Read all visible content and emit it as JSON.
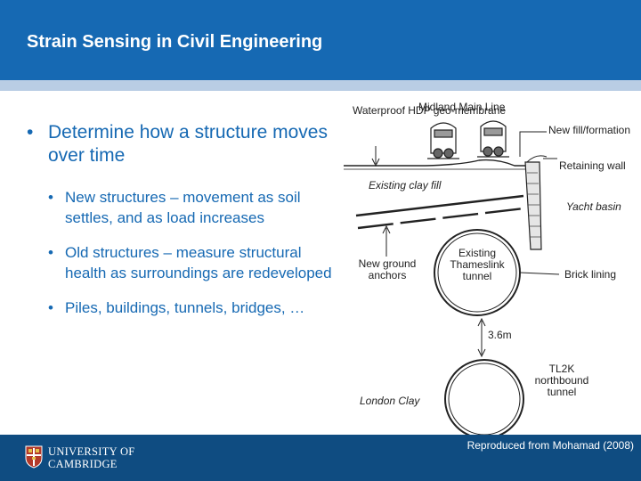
{
  "slide": {
    "title": "Strain Sensing in Civil Engineering",
    "bullets": [
      {
        "text": "Determine how a structure moves over time",
        "level": 1
      },
      {
        "text": "New structures – movement as soil settles, and as load increases",
        "level": 2
      },
      {
        "text": "Old structures – measure structural health as surroundings are redeveloped",
        "level": 2
      },
      {
        "text": "Piles, buildings, tunnels, bridges, …",
        "level": 2
      }
    ],
    "bullet_symbol": "•"
  },
  "diagram": {
    "labels": {
      "waterproof": "Waterproof HDP geo-membrane",
      "midland": "Midland Main Line",
      "new_fill": "New fill/formation",
      "retaining_wall": "Retaining wall",
      "existing_clay_fill": "Existing clay fill",
      "yacht_basin": "Yacht basin",
      "new_ground_anchors": "New ground anchors",
      "existing_tunnel": "Existing Thameslink tunnel",
      "brick_lining": "Brick lining",
      "dimension": "3.6m",
      "london_clay": "London Clay",
      "tl2k": "TL2K northbound tunnel"
    }
  },
  "footer": {
    "university_line1": "UNIVERSITY OF",
    "university_line2": "CAMBRIDGE",
    "credit": "Reproduced from Mohamad (2008)"
  },
  "colors": {
    "header_blue": "#1669b3",
    "header_strip": "#b9cde4",
    "footer_blue": "#0f4c81",
    "text_blue": "#1669b3"
  }
}
